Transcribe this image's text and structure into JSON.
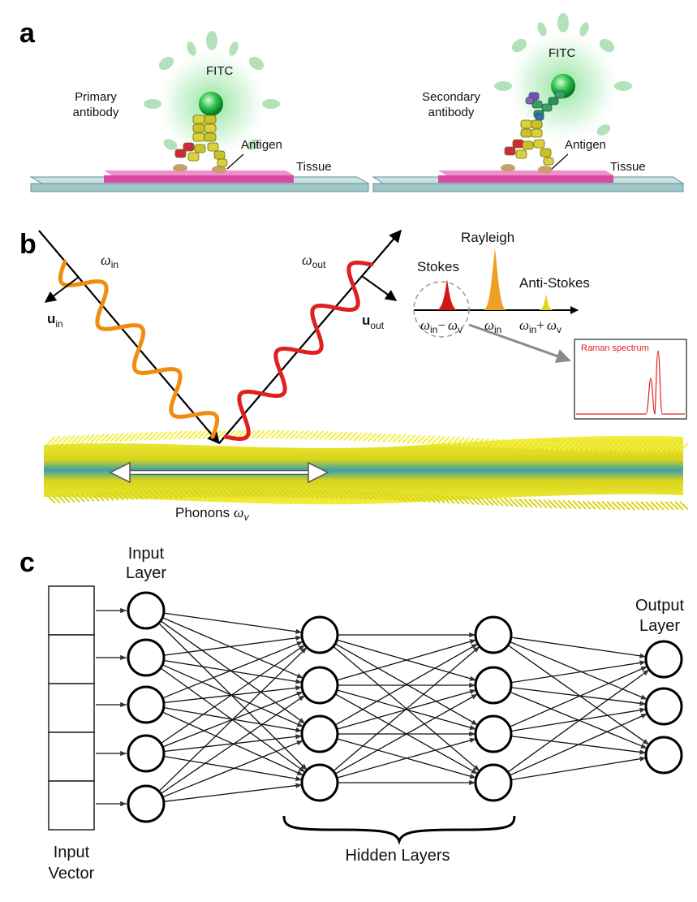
{
  "panels": {
    "a": {
      "letter": "a",
      "left": {
        "fluor": "FITC",
        "antibody_line1": "Primary",
        "antibody_line2": "antibody",
        "antigen": "Antigen",
        "tissue": "Tissue"
      },
      "right": {
        "fluor": "FITC",
        "antibody_line1": "Secondary",
        "antibody_line2": "antibody",
        "antigen": "Antigen",
        "tissue": "Tissue"
      },
      "colors": {
        "tissue": "#d94aa8",
        "substrate": "#9ec7c9",
        "fitc": "#22c04a",
        "antibody": "#c9c22a",
        "antibody_red": "#cc2a3a",
        "secondary": "#2e8f5a",
        "antigen": "#c9a070"
      }
    },
    "b": {
      "letter": "b",
      "omega": "ω",
      "in_sub": "in",
      "out_sub": "out",
      "v_sub": "v",
      "u_letter": "u",
      "rayleigh": "Rayleigh",
      "stokes": "Stokes",
      "anti_stokes": "Anti-Stokes",
      "minus": "−",
      "plus": "+",
      "raman_title": "Raman spectrum",
      "phonons": "Phonons",
      "colors": {
        "incident": "#f08c10",
        "scattered": "#e02020",
        "rayleigh_peak": "#f0a020",
        "stokes_peak": "#d01818",
        "anti_peak": "#e8d020",
        "layer_yellow": "#e8e020",
        "layer_teal": "#3aa0a8"
      }
    },
    "c": {
      "letter": "c",
      "input_layer": [
        "Input",
        "Layer"
      ],
      "output_layer": [
        "Output",
        "Layer"
      ],
      "hidden_layers": "Hidden Layers",
      "input_vector": [
        "Input",
        "Vector"
      ],
      "layer_sizes": [
        5,
        4,
        4,
        3
      ],
      "input_cells": 5
    }
  }
}
